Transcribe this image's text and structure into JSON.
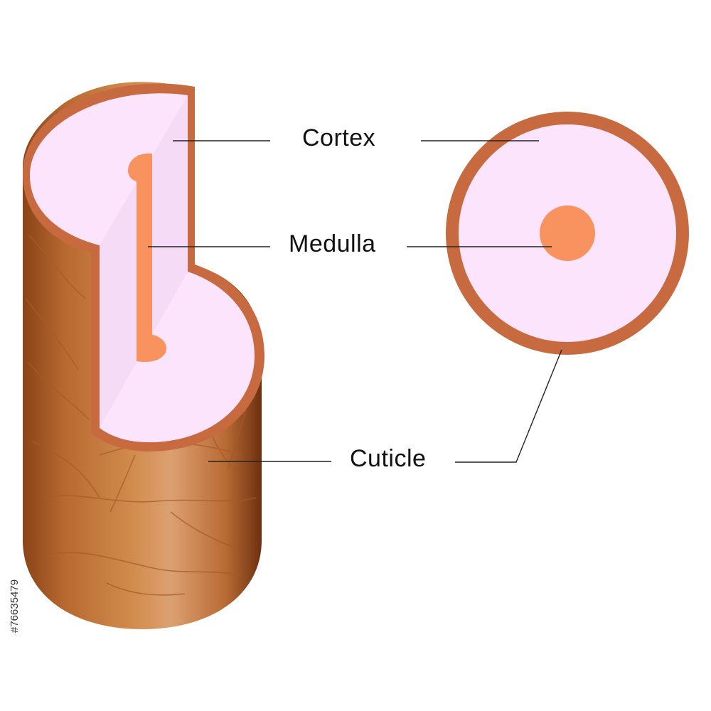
{
  "labels": {
    "cortex": "Cortex",
    "medulla": "Medulla",
    "cuticle": "Cuticle"
  },
  "watermark": "#76635479",
  "colors": {
    "cuticle_dark": "#7a3a14",
    "cuticle_mid": "#c8773c",
    "cuticle_light": "#dca070",
    "rim": "#c86a40",
    "cortex": "#fce4fc",
    "medulla": "#f8925e",
    "leader_line": "#222222"
  }
}
